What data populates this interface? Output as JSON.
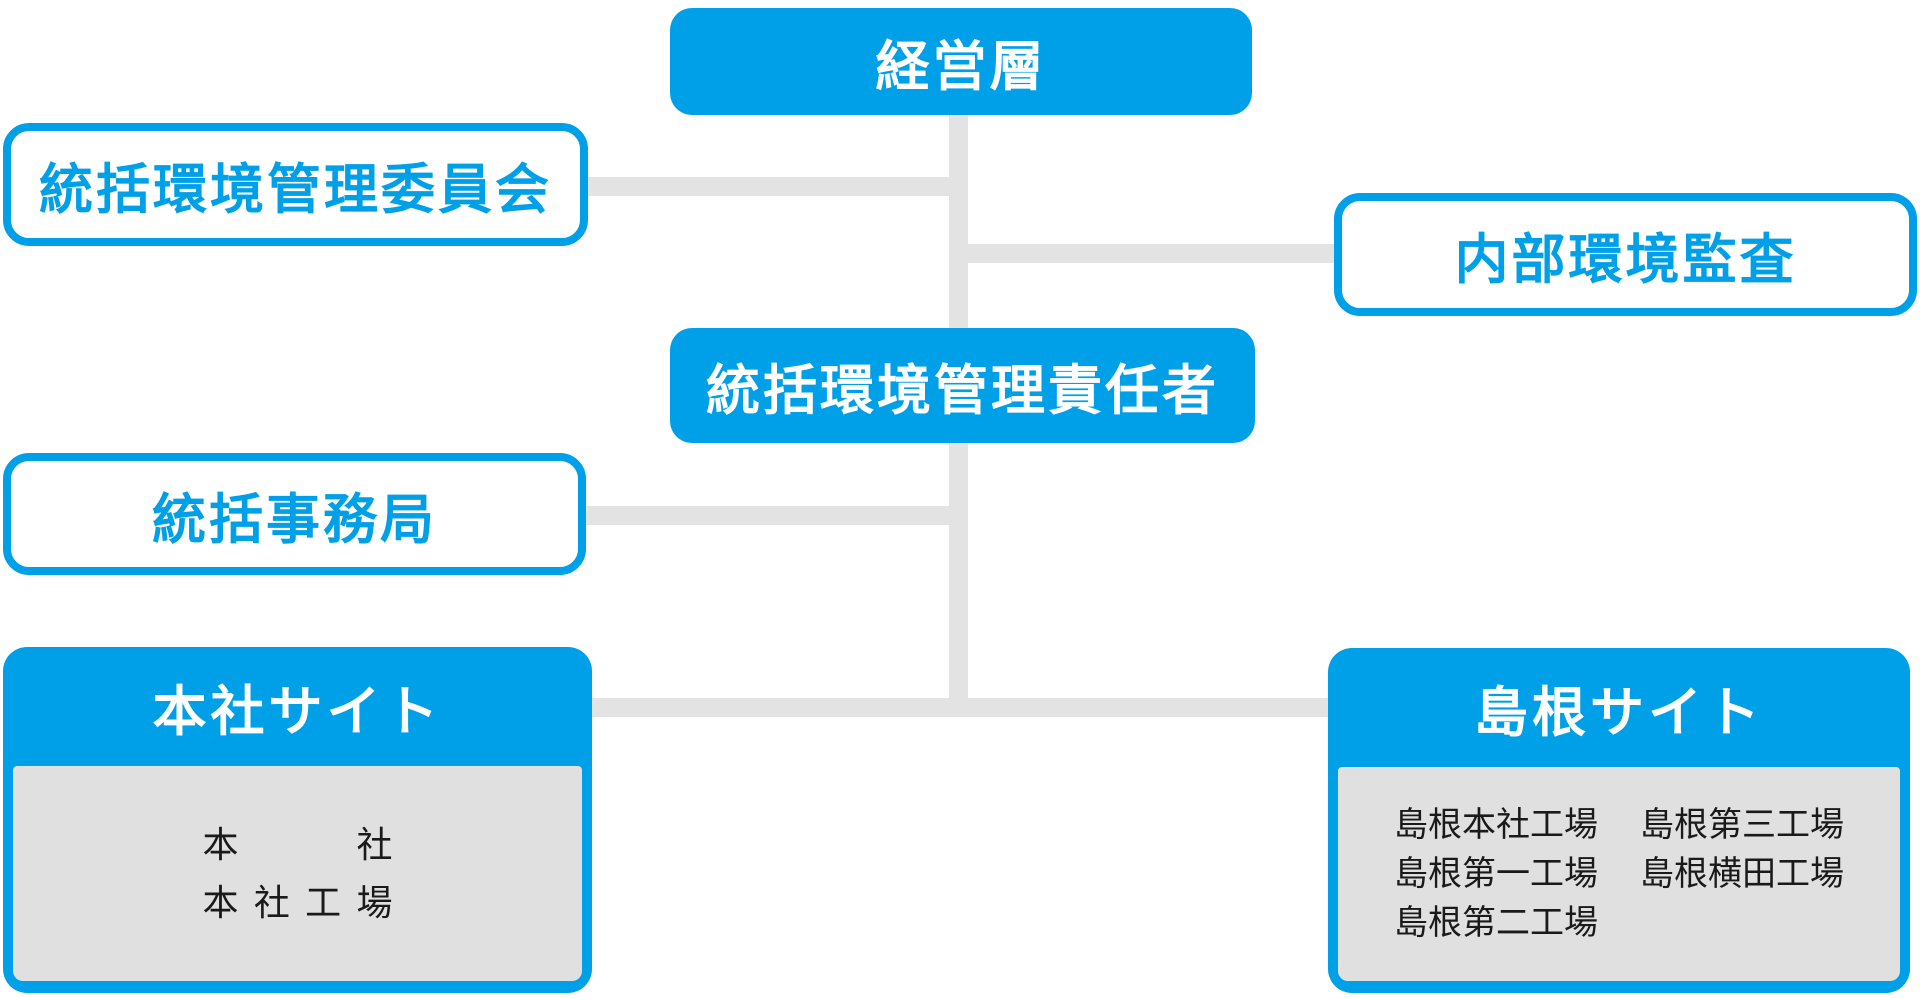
{
  "colors": {
    "brand_blue": "#00A0E9",
    "connector_gray": "#E3E3E3",
    "panel_gray": "#E0E0E0",
    "body_text": "#1A1A1A",
    "header_text": "#FFFFFF"
  },
  "org_chart": {
    "nodes": {
      "management": {
        "label": "経営層"
      },
      "committee": {
        "label": "統括環境管理委員会"
      },
      "audit": {
        "label": "内部環境監査"
      },
      "chief_manager": {
        "label": "統括環境管理責任者"
      },
      "office": {
        "label": "統括事務局"
      },
      "honsha_site": {
        "title": "本社サイト",
        "facilities": [
          "本社",
          "本社工場"
        ]
      },
      "shimane_site": {
        "title": "島根サイト",
        "facility_columns": [
          [
            "島根本社工場",
            "島根第一工場",
            "島根第二工場"
          ],
          [
            "島根第三工場",
            "島根横田工場"
          ]
        ]
      }
    }
  }
}
